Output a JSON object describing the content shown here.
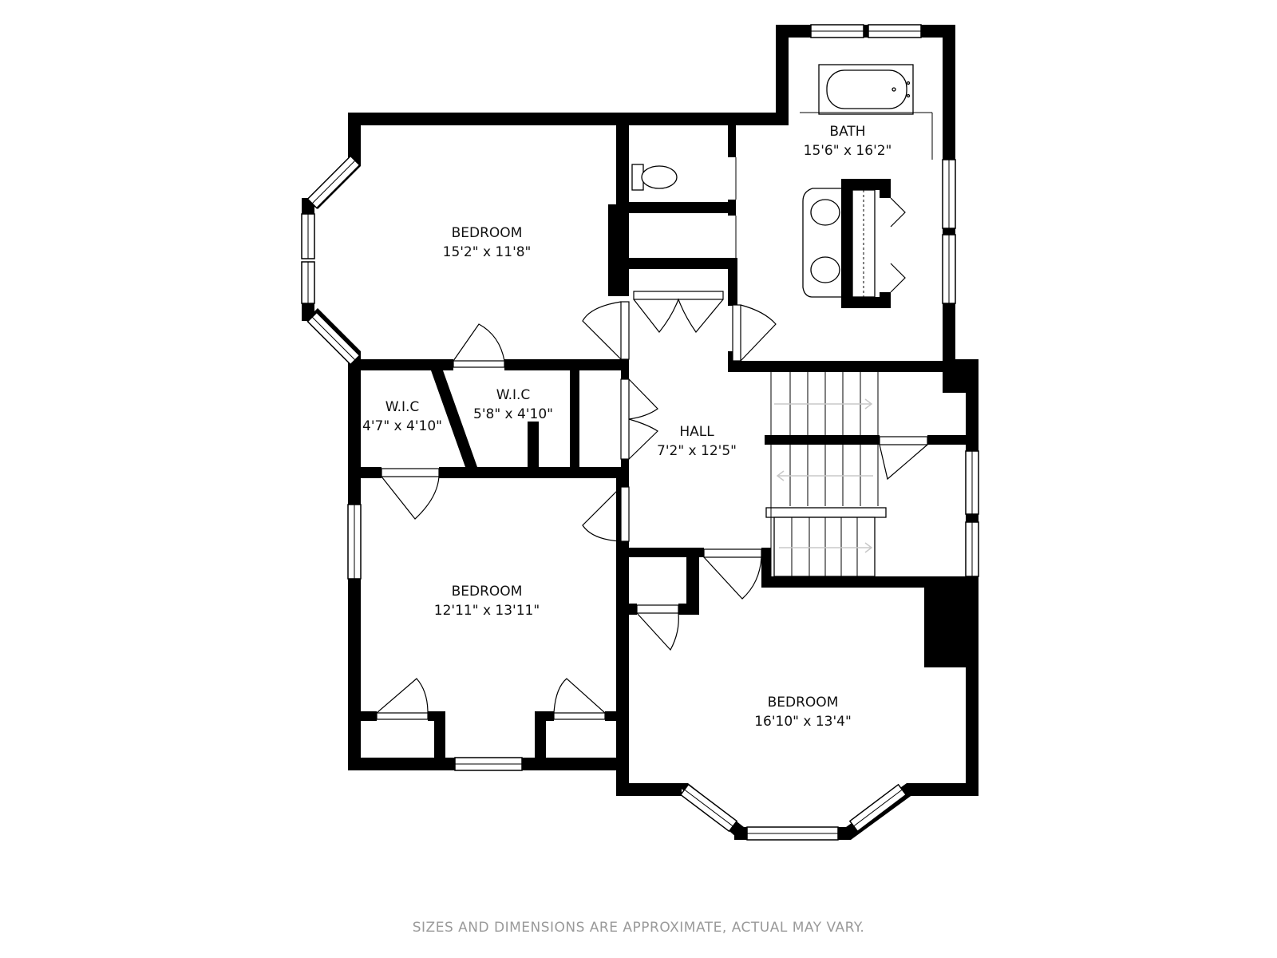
{
  "rooms": {
    "bedroom_nw": {
      "name": "BEDROOM",
      "dimensions": "15'2\" x 11'8\""
    },
    "bath": {
      "name": "BATH",
      "dimensions": "15'6\" x 16'2\""
    },
    "wic_1": {
      "name": "W.I.C",
      "dimensions": "4'7\" x 4'10\""
    },
    "wic_2": {
      "name": "W.I.C",
      "dimensions": "5'8\" x 4'10\""
    },
    "hall": {
      "name": "HALL",
      "dimensions": "7'2\" x 12'5\""
    },
    "bedroom_sw": {
      "name": "BEDROOM",
      "dimensions": "12'11\" x 13'11\""
    },
    "bedroom_se": {
      "name": "BEDROOM",
      "dimensions": "16'10\" x 13'4\""
    }
  },
  "disclaimer": "SIZES AND DIMENSIONS ARE APPROXIMATE, ACTUAL MAY VARY.",
  "colors": {
    "wall": "#000000",
    "background": "#ffffff",
    "disclaimer_text": "#9a9a9a",
    "stair_arrow": "#c8c8c8"
  }
}
